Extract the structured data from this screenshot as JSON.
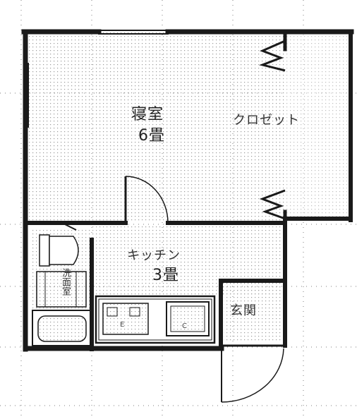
{
  "rooms": {
    "bedroom": {
      "label": "寝室",
      "size": "6畳"
    },
    "closet": {
      "label": "クロゼット"
    },
    "kitchen": {
      "label": "キッチン",
      "size": "3畳"
    },
    "entrance": {
      "label": "玄関"
    },
    "washroom": {
      "label": "洗面室"
    }
  },
  "fixtures": {
    "stove_marks": "E",
    "sink_mark": "C"
  },
  "colors": {
    "wall": "#1a1a1a",
    "floor_dot": "#9a9a9a",
    "grid": "#7f7f7f",
    "text": "#333333"
  },
  "icons": [
    "toilet-icon",
    "bathtub-icon",
    "stove-icon",
    "sink-icon",
    "door-swing-icon",
    "closet-door-icon"
  ]
}
